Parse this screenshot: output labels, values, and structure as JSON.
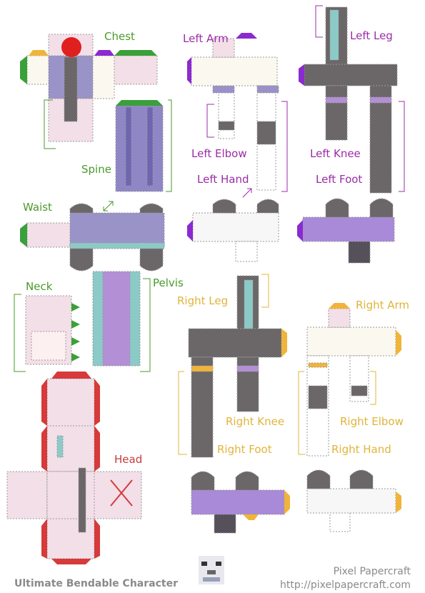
{
  "labels": {
    "chest": "Chest",
    "spine": "Spine",
    "waist": "Waist",
    "neck": "Neck",
    "pelvis": "Pelvis",
    "head": "Head",
    "left_arm": "Left Arm",
    "left_elbow": "Left Elbow",
    "left_hand": "Left Hand",
    "left_leg": "Left Leg",
    "left_knee": "Left Knee",
    "left_foot": "Left Foot",
    "right_leg": "Right Leg",
    "right_knee": "Right Knee",
    "right_foot": "Right Foot",
    "right_arm": "Right Arm",
    "right_elbow": "Right Elbow",
    "right_hand": "Right Hand"
  },
  "footer": {
    "title": "Ultimate Bendable Character",
    "brand": "Pixel Papercraft",
    "url": "http://pixelpapercraft.com"
  },
  "colors": {
    "label_green": "#4a9a2a",
    "label_purple": "#9b2ca8",
    "label_gold": "#e0b43a",
    "label_red": "#c83a3a",
    "skin_pink": "#f3dfe8",
    "cloth_purple": "#8f86c6",
    "dark_gray": "#6b6668",
    "teal": "#8ccac7",
    "violet": "#b38fd6",
    "tab_red": "#d63a3a",
    "tab_green": "#3aa03a",
    "tab_purple": "#8a2ad0",
    "tab_gold": "#f0b43a"
  }
}
